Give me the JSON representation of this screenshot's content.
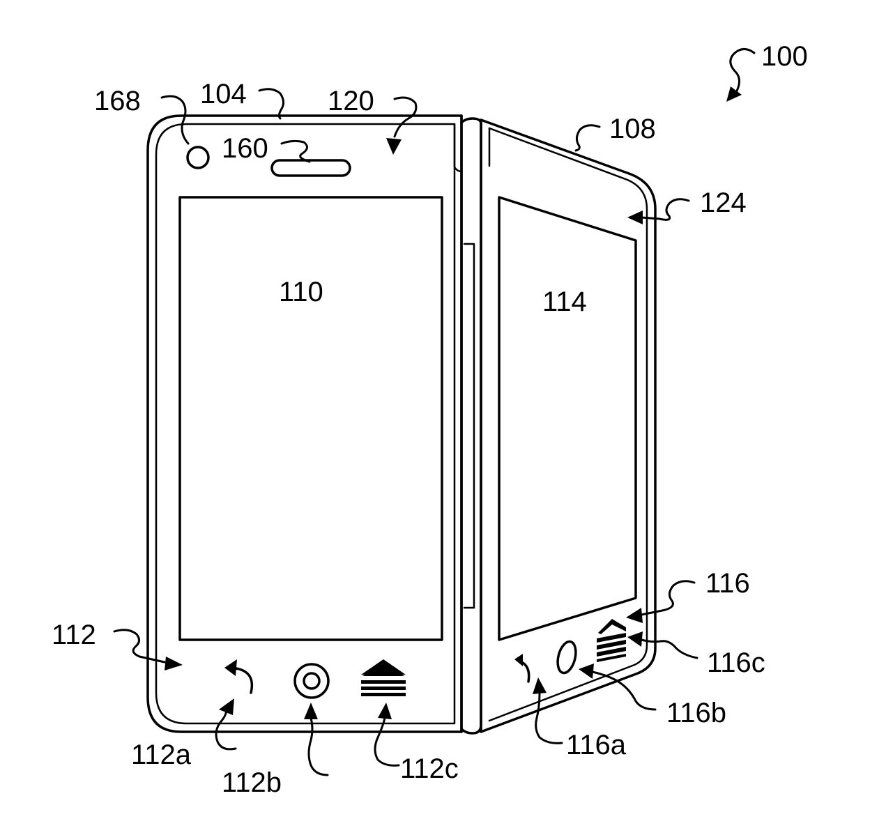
{
  "figure": {
    "labels": {
      "ref_100": "100",
      "ref_168": "168",
      "ref_104": "104",
      "ref_120": "120",
      "ref_160": "160",
      "ref_108": "108",
      "ref_124": "124",
      "ref_110": "110",
      "ref_114": "114",
      "ref_112": "112",
      "ref_116": "116",
      "ref_116c": "116c",
      "ref_116b": "116b",
      "ref_116a": "116a",
      "ref_112a": "112a",
      "ref_112b": "112b",
      "ref_112c": "112c"
    }
  }
}
